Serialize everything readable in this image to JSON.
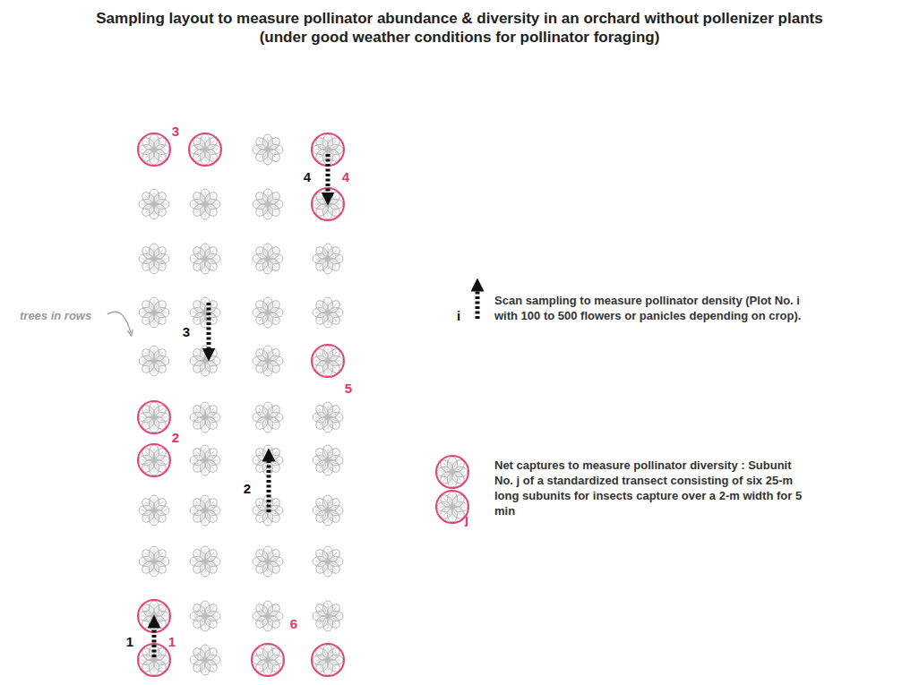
{
  "diagram": {
    "title": "Sampling layout to measure pollinator abundance & diversity in an orchard without pollenizer plants (under good weather conditions for pollinator foraging)",
    "labels": [
      "3",
      "4",
      "4",
      "trees in rows",
      "3",
      "5",
      "2",
      "2",
      "1",
      "1",
      "6",
      "i",
      "j"
    ],
    "legend": [
      {
        "text": "Scan sampling to measure pollinator density (Plot No. i with 100 to 500 flowers or panicles depending on crop)."
      },
      {
        "text": "Net captures to measure pollinator diversity : Subunit No. j of a standardized transect consisting of six 25-m long subunits for insects capture over a 2-m width for 5 min"
      }
    ]
  }
}
